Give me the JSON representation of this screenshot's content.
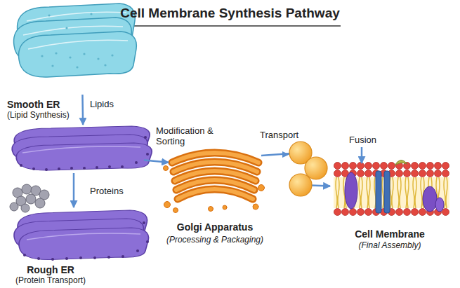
{
  "diagram": {
    "title": "Cell Membrane Synthesis Pathway",
    "nodes": [
      {
        "text": [
          "Smooth ER",
          "(Lipid Synthesis)"
        ]
      },
      {
        "text": [
          "Rough ER",
          "(Protein Transport)"
        ]
      },
      {
        "text": [
          "Golgi Apparatus",
          "(Processing & Packaging)"
        ]
      },
      {
        "text": [
          "Cell Membrane",
          "(Final Assembly)"
        ]
      }
    ],
    "edges": [
      {
        "from": 0,
        "to": 1,
        "label": "Lipids",
        "arrow": "to"
      },
      {
        "from": 1,
        "to": 2,
        "label": "Modification & Sorting",
        "arrow": "to"
      },
      {
        "from": 2,
        "to": 3,
        "label": "Transport",
        "arrow": "to"
      }
    ],
    "labels": [
      "Proteins",
      "Fusion"
    ]
  }
}
